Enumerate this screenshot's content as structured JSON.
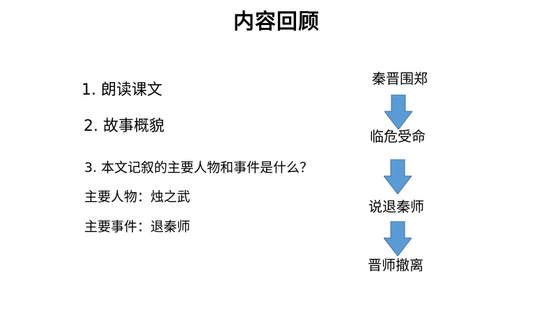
{
  "slide": {
    "title": "内容回顾",
    "left_items": {
      "item1": "1. 朗读课文",
      "item2": "2. 故事概貌",
      "item3": "3. 本文记叙的主要人物和事件是什么？",
      "characters_line": "主要人物：烛之武",
      "events_line": "主要事件：退秦师"
    },
    "flow_steps": [
      "秦晋围郑",
      "临危受命",
      "说退秦师",
      "晋师撤离"
    ],
    "colors": {
      "arrow_fill": "#5B9BD5",
      "arrow_stroke": "#41719C",
      "text": "#000000",
      "background": "#ffffff"
    },
    "icons": {
      "arrow": "down-arrow-icon"
    }
  }
}
